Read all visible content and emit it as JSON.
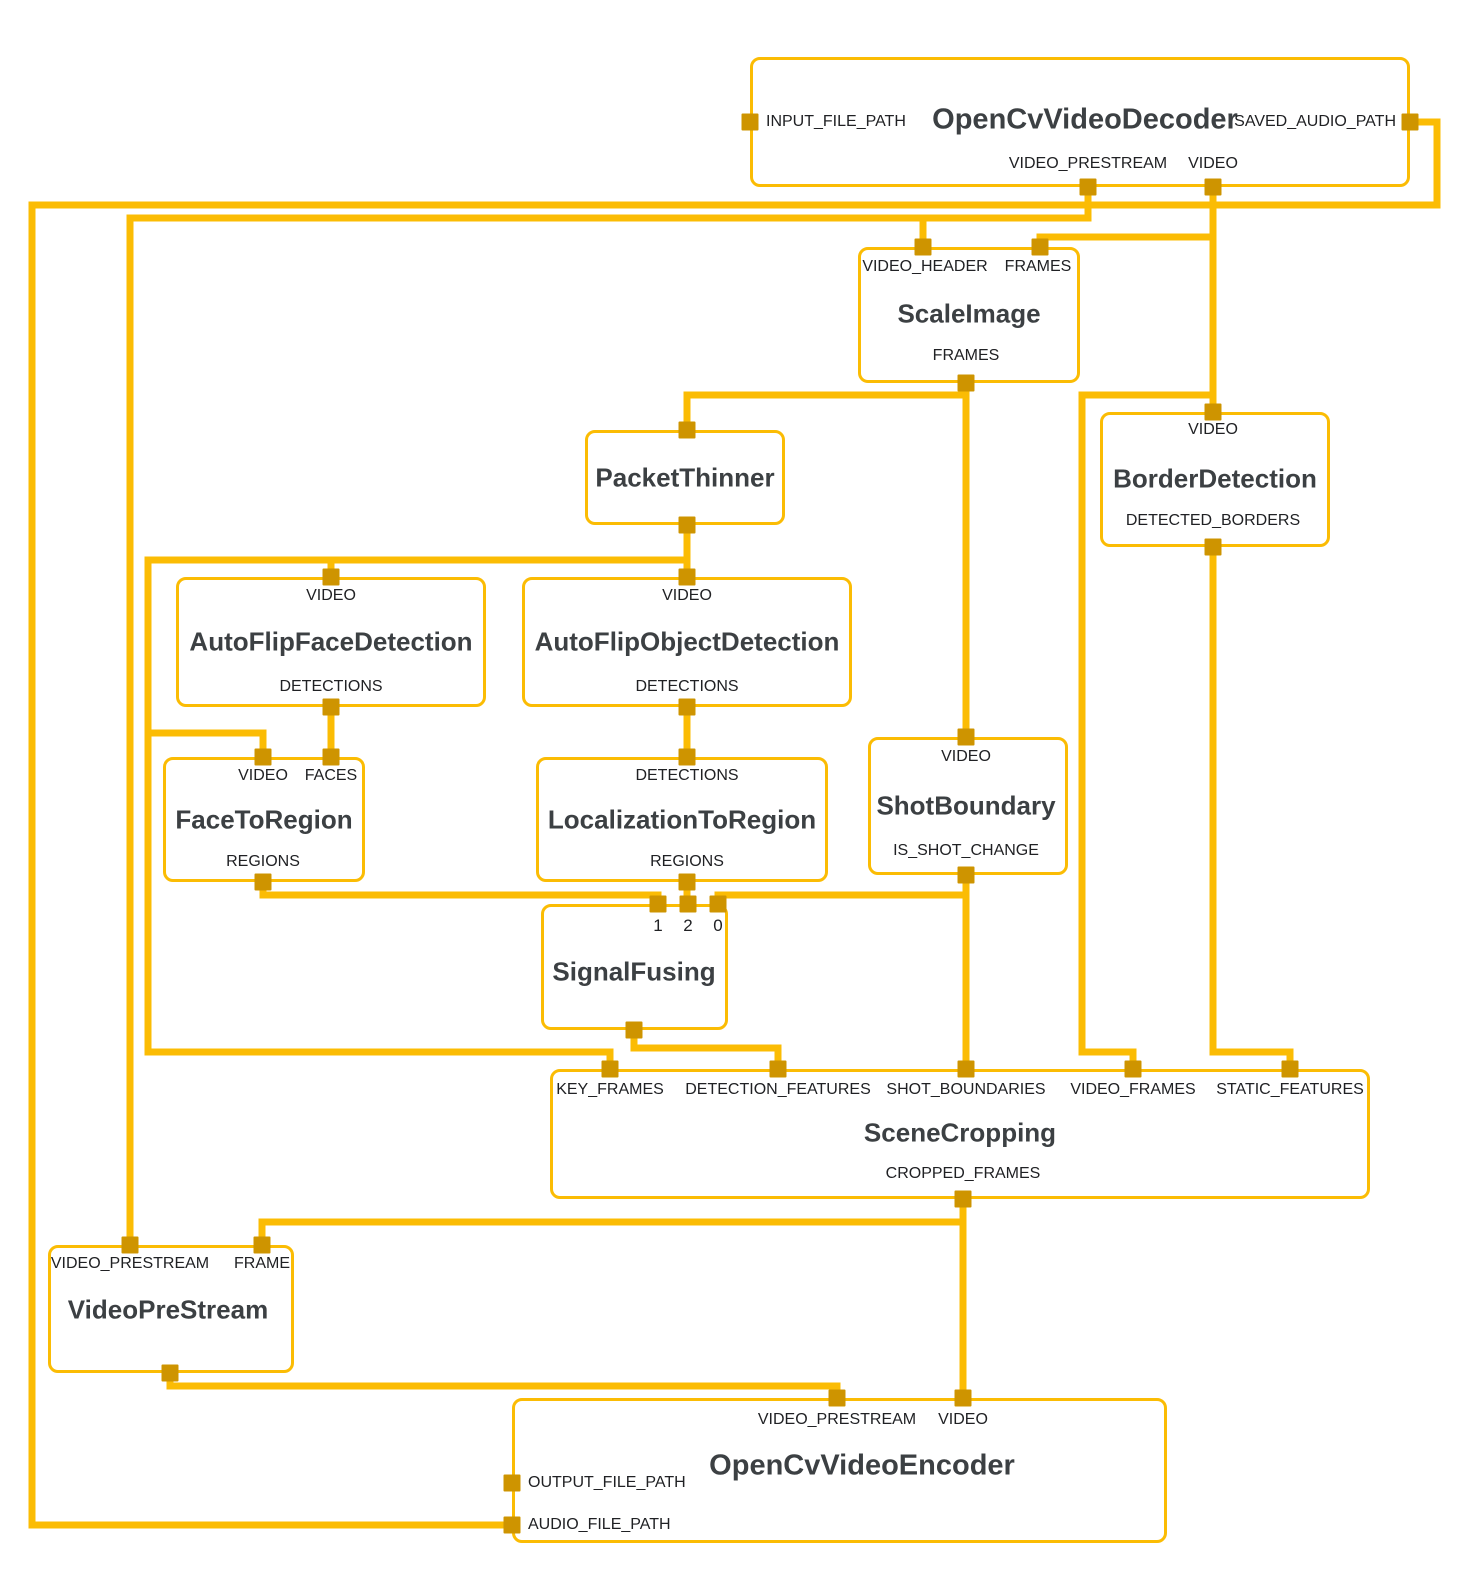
{
  "diagram": {
    "type": "mediapipe-graph",
    "background": "#ffffff",
    "edge_color": "#FBBC04",
    "port_color": "#CE9400",
    "node_border_color": "#FBBC04",
    "title_color": "#3C4043",
    "label_color": "#202124"
  },
  "nodes": {
    "decoder": {
      "title": "OpenCvVideoDecoder",
      "ports": {
        "input_file_path": "INPUT_FILE_PATH",
        "saved_audio_path": "SAVED_AUDIO_PATH",
        "video_prestream": "VIDEO_PRESTREAM",
        "video": "VIDEO"
      }
    },
    "scale_image": {
      "title": "ScaleImage",
      "ports": {
        "video_header": "VIDEO_HEADER",
        "frames_in": "FRAMES",
        "frames_out": "FRAMES"
      }
    },
    "packet_thinner": {
      "title": "PacketThinner"
    },
    "border_detection": {
      "title": "BorderDetection",
      "ports": {
        "video": "VIDEO",
        "detected_borders": "DETECTED_BORDERS"
      }
    },
    "face_detection": {
      "title": "AutoFlipFaceDetection",
      "ports": {
        "video": "VIDEO",
        "detections": "DETECTIONS"
      }
    },
    "object_detection": {
      "title": "AutoFlipObjectDetection",
      "ports": {
        "video": "VIDEO",
        "detections": "DETECTIONS"
      }
    },
    "face_to_region": {
      "title": "FaceToRegion",
      "ports": {
        "video": "VIDEO",
        "faces": "FACES",
        "regions": "REGIONS"
      }
    },
    "localization_to_region": {
      "title": "LocalizationToRegion",
      "ports": {
        "detections": "DETECTIONS",
        "regions": "REGIONS"
      }
    },
    "shot_boundary": {
      "title": "ShotBoundary",
      "ports": {
        "video": "VIDEO",
        "is_shot_change": "IS_SHOT_CHANGE"
      }
    },
    "signal_fusing": {
      "title": "SignalFusing",
      "ports": {
        "in1": "1",
        "in2": "2",
        "in0": "0"
      }
    },
    "scene_cropping": {
      "title": "SceneCropping",
      "ports": {
        "key_frames": "KEY_FRAMES",
        "detection_features": "DETECTION_FEATURES",
        "shot_boundaries": "SHOT_BOUNDARIES",
        "video_frames": "VIDEO_FRAMES",
        "static_features": "STATIC_FEATURES",
        "cropped_frames": "CROPPED_FRAMES"
      }
    },
    "video_prestream": {
      "title": "VideoPreStream",
      "ports": {
        "video_prestream": "VIDEO_PRESTREAM",
        "frame": "FRAME"
      }
    },
    "encoder": {
      "title": "OpenCvVideoEncoder",
      "ports": {
        "video_prestream": "VIDEO_PRESTREAM",
        "video": "VIDEO",
        "output_file_path": "OUTPUT_FILE_PATH",
        "audio_file_path": "AUDIO_FILE_PATH"
      }
    }
  }
}
